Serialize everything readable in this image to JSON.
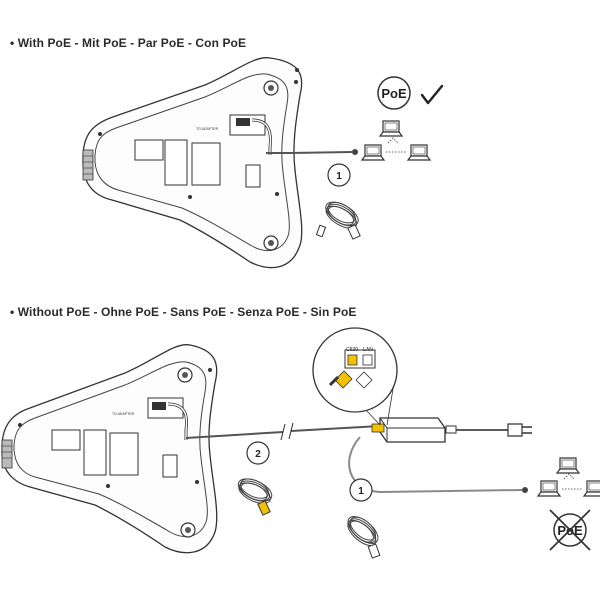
{
  "headings": {
    "with_poe": "• With PoE - Mit PoE - Par PoE - Con PoE",
    "without_poe": "• Without PoE - Ohne PoE - Sans PoE - Senza PoE - Sin PoE"
  },
  "labels": {
    "poe_badge": "PoE",
    "poe_crossed": "PoE",
    "step_1_top": "1",
    "step_2": "2",
    "step_1_bottom": "1",
    "adapter_port_top": "TO ADAPTER",
    "adapter_port_bottom": "TO ADAPTER",
    "port_c520": "C520",
    "port_lan": "LAN"
  },
  "icons": {
    "checkmark": "check-icon",
    "network": "network-computers-icon",
    "cable": "ethernet-cable-icon",
    "no_poe": "no-poe-icon"
  },
  "colors": {
    "line": "#333333",
    "accent": "#f2c200",
    "cable_gray": "#8a8a8a"
  }
}
